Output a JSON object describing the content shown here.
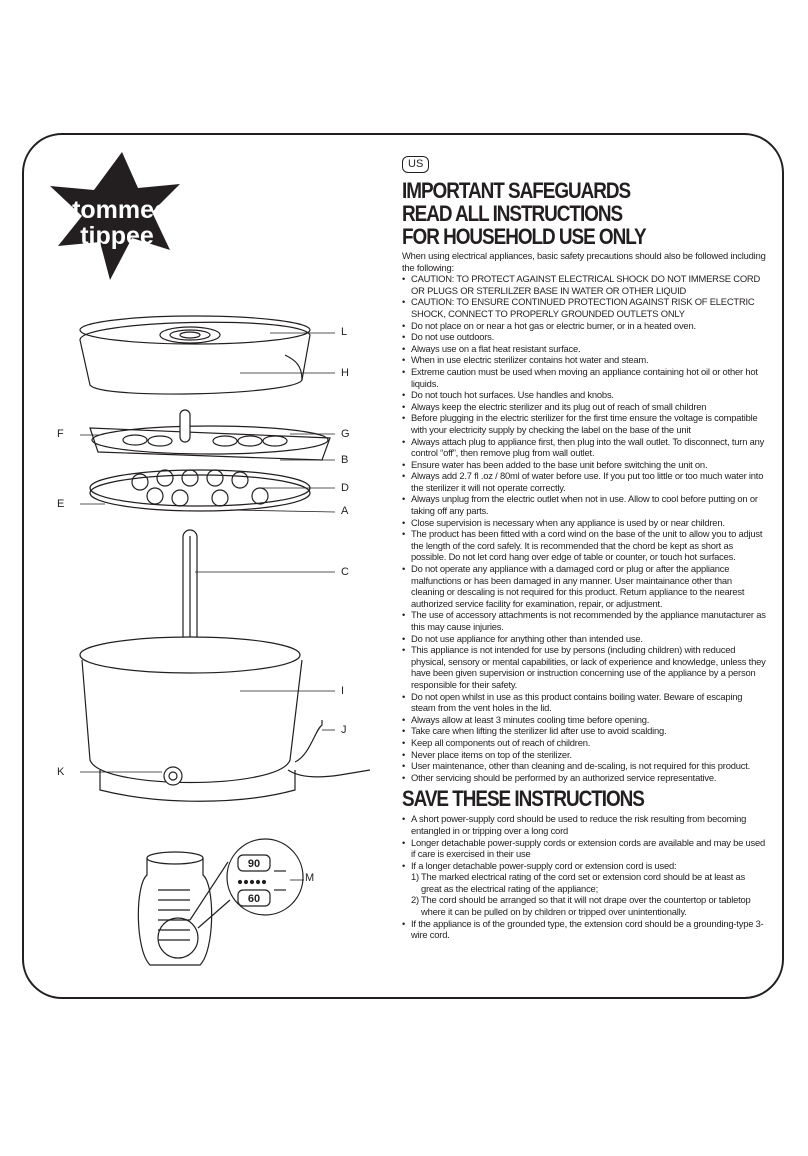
{
  "brand": {
    "line1": "tommee",
    "line2": "tippee",
    "reg": "®"
  },
  "region_badge": "US",
  "headings": {
    "line1": "IMPORTANT SAFEGUARDS",
    "line2": "READ ALL INSTRUCTIONS",
    "line3": "FOR HOUSEHOLD USE ONLY",
    "save": "SAVE THESE INSTRUCTIONS"
  },
  "intro": "When using electrical appliances, basic safety precautions should also be followed including the following:",
  "safeguards": [
    "CAUTION: TO PROTECT AGAINST ELECTRICAL SHOCK DO NOT IMMERSE CORD OR PLUGS OR STERLILZER BASE IN WATER OR OTHER LIQUID",
    "CAUTION: TO ENSURE CONTINUED PROTECTION AGAINST RISK OF ELECTRIC SHOCK, CONNECT TO PROPERLY GROUNDED OUTLETS ONLY",
    "Do not place on or near a hot gas or electric burner, or in a heated oven.",
    "Do not use outdoors.",
    "Always use on a flat heat resistant surface.",
    "When in use electric sterilizer contains hot water and steam.",
    "Extreme caution must be used when moving an appliance containing hot oil or other hot liquids.",
    "Do not touch hot surfaces. Use handles and knobs.",
    "Always keep the electric sterilizer and its plug out of reach of small children",
    "Before plugging in the electric sterilizer for the first time ensure the voltage is compatible with your electricity supply by checking the label on the base of the unit",
    "Always attach plug to appliance first, then plug into the wall outlet. To disconnect, turn any control “off”, then remove plug from wall outlet.",
    "Ensure water has been added to the base unit before switching the unit on.",
    "Always add 2.7 fl .oz / 80ml of water before use. If you put too little or too much water into the sterilizer it will not operate correctly.",
    "Always unplug from the electric outlet when not in use. Allow to cool before putting on or taking off any parts.",
    "Close supervision is necessary when any appliance is used by or near children.",
    "The product has been fitted with a cord wind on the base of the unit to allow you to adjust the length of the cord safely. It is recommended that the chord be kept as short as possible. Do not let cord hang over edge of table or counter, or touch hot surfaces.",
    "Do not operate any appliance with a damaged cord or plug or after the appliance malfunctions or has been damaged in any manner. User maintainance other than cleaning or descaling is not required for this product. Return appliance to the nearest authorized service facility for examination, repair, or adjustment.",
    "The use of accessory attachments is not recommended by the appliance manutacturer as this may cause injuries.",
    "Do not use appliance for anything other than intended use.",
    "This appliance is not intended for use by persons (including children) with reduced physical, sensory or mental capabilities, or lack of experience and knowledge, unless they have been given supervision or instruction concerning use of the appliance by a person responsible for their safety.",
    "Do not open whilst in use as this product contains boiling water. Beware of escaping steam from the vent holes in the lid.",
    "Always allow at least 3 minutes cooling time before opening.",
    "Take care when lifting the sterilizer lid after use to avoid scalding.",
    "Keep all components out of reach of children.",
    "Never place items on top of the sterilizer.",
    "User maintenance, other than cleaning and de-scaling, is not required for this product.",
    "Other servicing should be performed by an authorized service representative."
  ],
  "cord_notes": {
    "items": [
      "A short power-supply cord should be used to reduce the risk resulting from becoming entangled in or tripping over a long cord",
      "Longer detachable power-supply cords or extension cords are available and may be used if care is exercised in their use",
      "If a longer detachable power-supply cord or extension cord is used:"
    ],
    "sub": [
      {
        "num": "1)",
        "text": "The marked electrical rating of the cord set or extension cord should be at least as great as the electrical rating of the appliance;"
      },
      {
        "num": "2)",
        "text": "The cord should be arranged so that it will not drape over the countertop or tabletop where it can be pulled on by children or tripped over unintentionally."
      }
    ],
    "last": "If the appliance is of the grounded type, the extension cord should be a grounding-type 3-wire cord."
  },
  "parts": {
    "L": "L",
    "H": "H",
    "F": "F",
    "G": "G",
    "B": "B",
    "E": "E",
    "D": "D",
    "A": "A",
    "C": "C",
    "I": "I",
    "J": "J",
    "K": "K",
    "M": "M"
  },
  "bottle_marks": {
    "upper": "90",
    "lower": "60"
  }
}
